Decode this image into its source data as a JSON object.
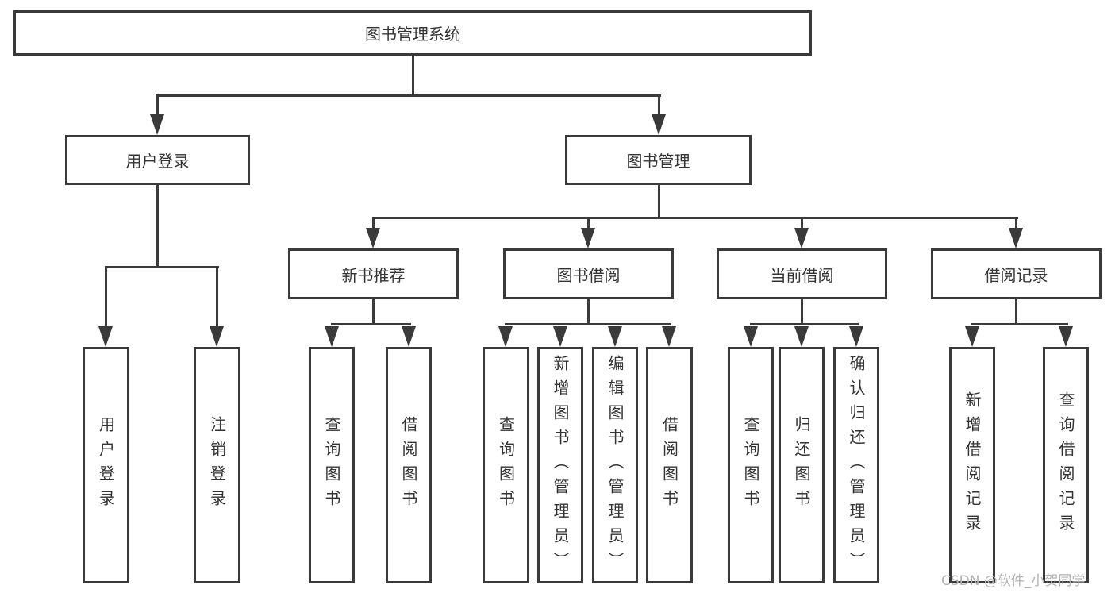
{
  "diagram_type": "hierarchy-chart",
  "colors": {
    "line": "#3a3a3a",
    "text": "#333333",
    "background": "#ffffff",
    "watermark": "#b3b3b3"
  },
  "watermark": {
    "text": "CSDN @软件_小贺同学"
  },
  "tree": {
    "label": "图书管理系统",
    "children": [
      {
        "label": "用户登录",
        "children": [
          {
            "label": "用户登录"
          },
          {
            "label": "注销登录"
          }
        ]
      },
      {
        "label": "图书管理",
        "children": [
          {
            "label": "新书推荐",
            "children": [
              {
                "label": "查询图书"
              },
              {
                "label": "借阅图书"
              }
            ]
          },
          {
            "label": "图书借阅",
            "children": [
              {
                "label": "查询图书"
              },
              {
                "label": "新增图书（管理员）"
              },
              {
                "label": "编辑图书（管理员）"
              },
              {
                "label": "借阅图书"
              }
            ]
          },
          {
            "label": "当前借阅",
            "children": [
              {
                "label": "查询图书"
              },
              {
                "label": "归还图书"
              },
              {
                "label": "确认归还（管理员）"
              }
            ]
          },
          {
            "label": "借阅记录",
            "children": [
              {
                "label": "新增借阅记录"
              },
              {
                "label": "查询借阅记录"
              }
            ]
          }
        ]
      }
    ]
  }
}
